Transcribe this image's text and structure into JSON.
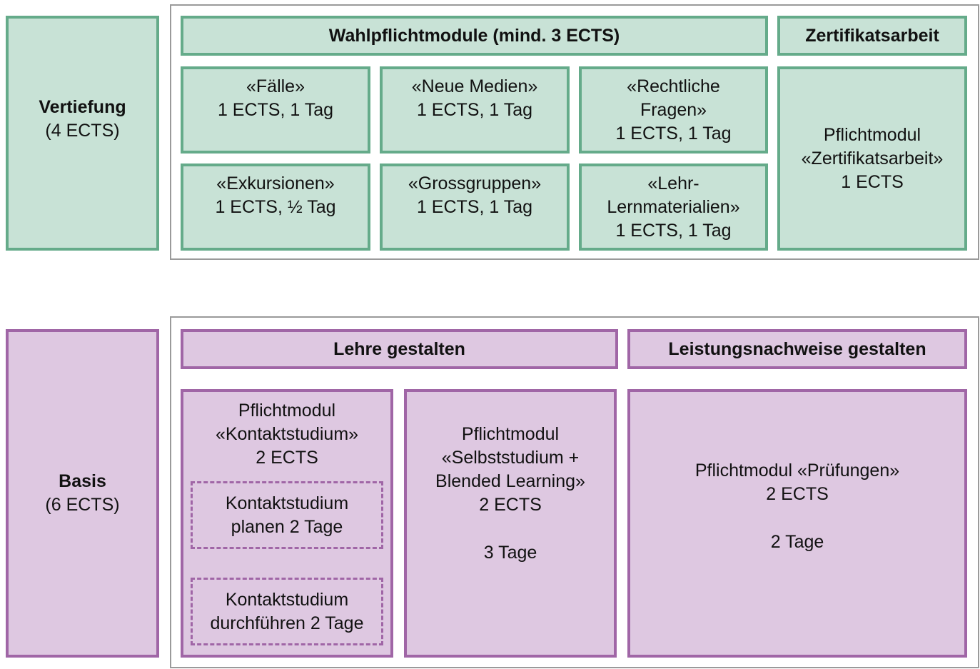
{
  "vertiefung": {
    "title": "Vertiefung",
    "ects": "(4 ECTS)"
  },
  "wahlpflicht": {
    "header": "Wahlpflichtmodule (mind. 3 ECTS)",
    "modules": [
      {
        "lines": [
          "«Fälle»",
          "1 ECTS, 1 Tag"
        ]
      },
      {
        "lines": [
          "«Neue Medien»",
          "1 ECTS, 1 Tag"
        ]
      },
      {
        "lines": [
          "«Rechtliche",
          "Fragen»",
          "1 ECTS, 1 Tag"
        ]
      },
      {
        "lines": [
          "«Exkursionen»",
          "1 ECTS, ½ Tag"
        ]
      },
      {
        "lines": [
          "«Grossgruppen»",
          "1 ECTS, 1 Tag"
        ]
      },
      {
        "lines": [
          "«Lehr-",
          "Lernmaterialien»",
          "1 ECTS, 1 Tag"
        ]
      }
    ]
  },
  "zertifikat": {
    "header": "Zertifikatsarbeit",
    "lines": [
      "Pflichtmodul",
      "«Zertifikatsarbeit»",
      "1 ECTS"
    ]
  },
  "basis": {
    "title": "Basis",
    "ects": "(6 ECTS)"
  },
  "lehre": {
    "header": "Lehre gestalten",
    "kontakt": {
      "lines": [
        "Pflichtmodul",
        "«Kontaktstudium»",
        "2 ECTS"
      ],
      "sub": [
        {
          "lines": [
            "Kontaktstudium",
            "planen 2 Tage"
          ]
        },
        {
          "lines": [
            "Kontaktstudium",
            "durchführen 2 Tage"
          ]
        }
      ]
    },
    "selbst": {
      "lines": [
        "Pflichtmodul",
        "«Selbststudium +",
        "Blended Learning»",
        "2 ECTS"
      ],
      "days": "3 Tage"
    }
  },
  "leistung": {
    "header": "Leistungsnachweise gestalten",
    "lines": [
      "Pflichtmodul «Prüfungen»",
      "2 ECTS"
    ],
    "days": "2 Tage"
  }
}
